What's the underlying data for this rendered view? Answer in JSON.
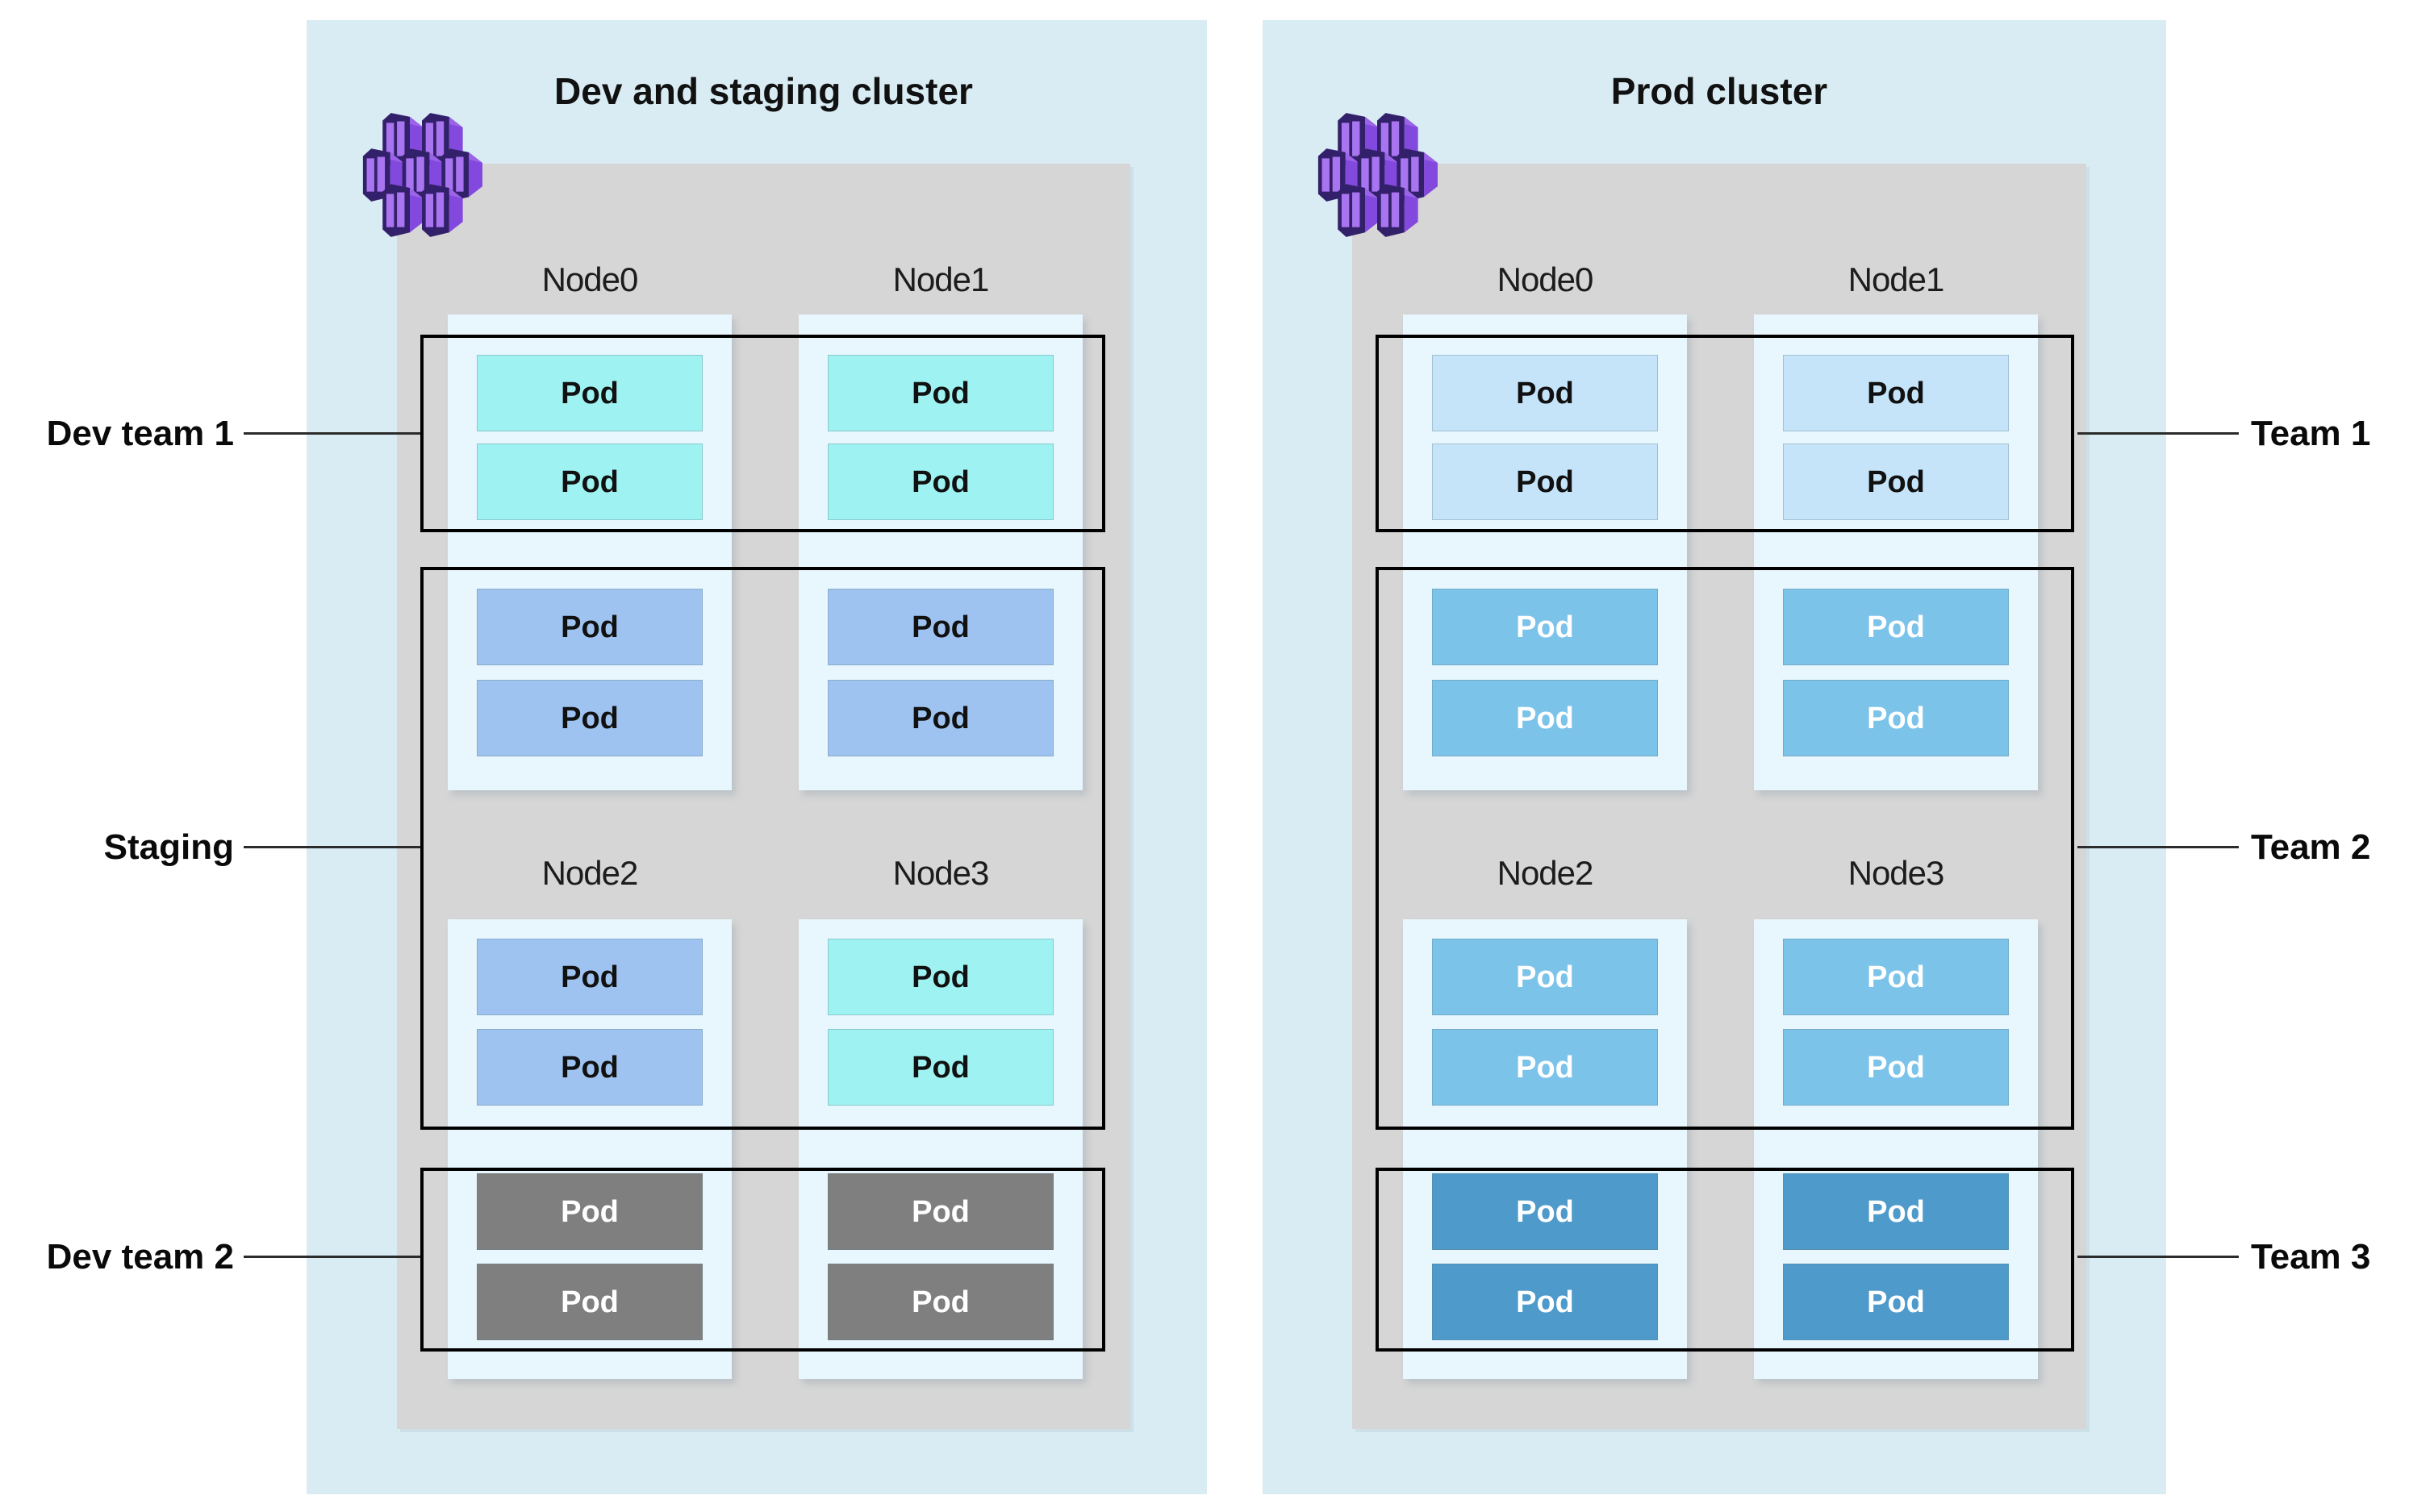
{
  "diagram": {
    "clusters": [
      {
        "title": "Dev and staging cluster",
        "icon": "hexagon-cluster-icon",
        "nodes": [
          {
            "name": "Node0",
            "pods": [
              {
                "label": "Pod",
                "color": "dev_team_1"
              },
              {
                "label": "Pod",
                "color": "dev_team_1"
              },
              {
                "label": "Pod",
                "color": "staging"
              },
              {
                "label": "Pod",
                "color": "staging"
              }
            ]
          },
          {
            "name": "Node1",
            "pods": [
              {
                "label": "Pod",
                "color": "dev_team_1"
              },
              {
                "label": "Pod",
                "color": "dev_team_1"
              },
              {
                "label": "Pod",
                "color": "staging"
              },
              {
                "label": "Pod",
                "color": "staging"
              }
            ]
          },
          {
            "name": "Node2",
            "pods": [
              {
                "label": "Pod",
                "color": "staging"
              },
              {
                "label": "Pod",
                "color": "staging"
              },
              {
                "label": "Pod",
                "color": "dev_team_2"
              },
              {
                "label": "Pod",
                "color": "dev_team_2"
              }
            ]
          },
          {
            "name": "Node3",
            "pods": [
              {
                "label": "Pod",
                "color": "dev_team_1"
              },
              {
                "label": "Pod",
                "color": "dev_team_1"
              },
              {
                "label": "Pod",
                "color": "dev_team_2"
              },
              {
                "label": "Pod",
                "color": "dev_team_2"
              }
            ]
          }
        ],
        "group_labels": [
          {
            "label": "Dev team 1"
          },
          {
            "label": "Staging"
          },
          {
            "label": "Dev team 2"
          }
        ]
      },
      {
        "title": "Prod cluster",
        "icon": "hexagon-cluster-icon",
        "nodes": [
          {
            "name": "Node0",
            "pods": [
              {
                "label": "Pod",
                "color": "team_1"
              },
              {
                "label": "Pod",
                "color": "team_1"
              },
              {
                "label": "Pod",
                "color": "team_2"
              },
              {
                "label": "Pod",
                "color": "team_2"
              }
            ]
          },
          {
            "name": "Node1",
            "pods": [
              {
                "label": "Pod",
                "color": "team_1"
              },
              {
                "label": "Pod",
                "color": "team_1"
              },
              {
                "label": "Pod",
                "color": "team_2"
              },
              {
                "label": "Pod",
                "color": "team_2"
              }
            ]
          },
          {
            "name": "Node2",
            "pods": [
              {
                "label": "Pod",
                "color": "team_2"
              },
              {
                "label": "Pod",
                "color": "team_2"
              },
              {
                "label": "Pod",
                "color": "team_3"
              },
              {
                "label": "Pod",
                "color": "team_3"
              }
            ]
          },
          {
            "name": "Node3",
            "pods": [
              {
                "label": "Pod",
                "color": "team_2"
              },
              {
                "label": "Pod",
                "color": "team_2"
              },
              {
                "label": "Pod",
                "color": "team_3"
              },
              {
                "label": "Pod",
                "color": "team_3"
              }
            ]
          }
        ],
        "group_labels": [
          {
            "label": "Team 1"
          },
          {
            "label": "Team 2"
          },
          {
            "label": "Team 3"
          }
        ]
      }
    ],
    "pod_colors": {
      "dev_team_1": {
        "bg": "#9ef2f2",
        "text": "#111111"
      },
      "staging": {
        "bg": "#9ec3f0",
        "text": "#111111"
      },
      "dev_team_2": {
        "bg": "#7f7f7f",
        "text": "#ffffff"
      },
      "team_1": {
        "bg": "#c5e4f9",
        "text": "#111111"
      },
      "team_2": {
        "bg": "#7cc3ea",
        "text": "#ffffff"
      },
      "team_3": {
        "bg": "#4e9aca",
        "text": "#ffffff"
      }
    },
    "theme": {
      "cluster_bg": "#d9ecf4",
      "node_area_bg": "#d6d6d6",
      "node_bg": "#e8f7fd",
      "group_border": "#000000",
      "connector": "#2b2b2b",
      "icon_purple": "#8348dd"
    }
  }
}
